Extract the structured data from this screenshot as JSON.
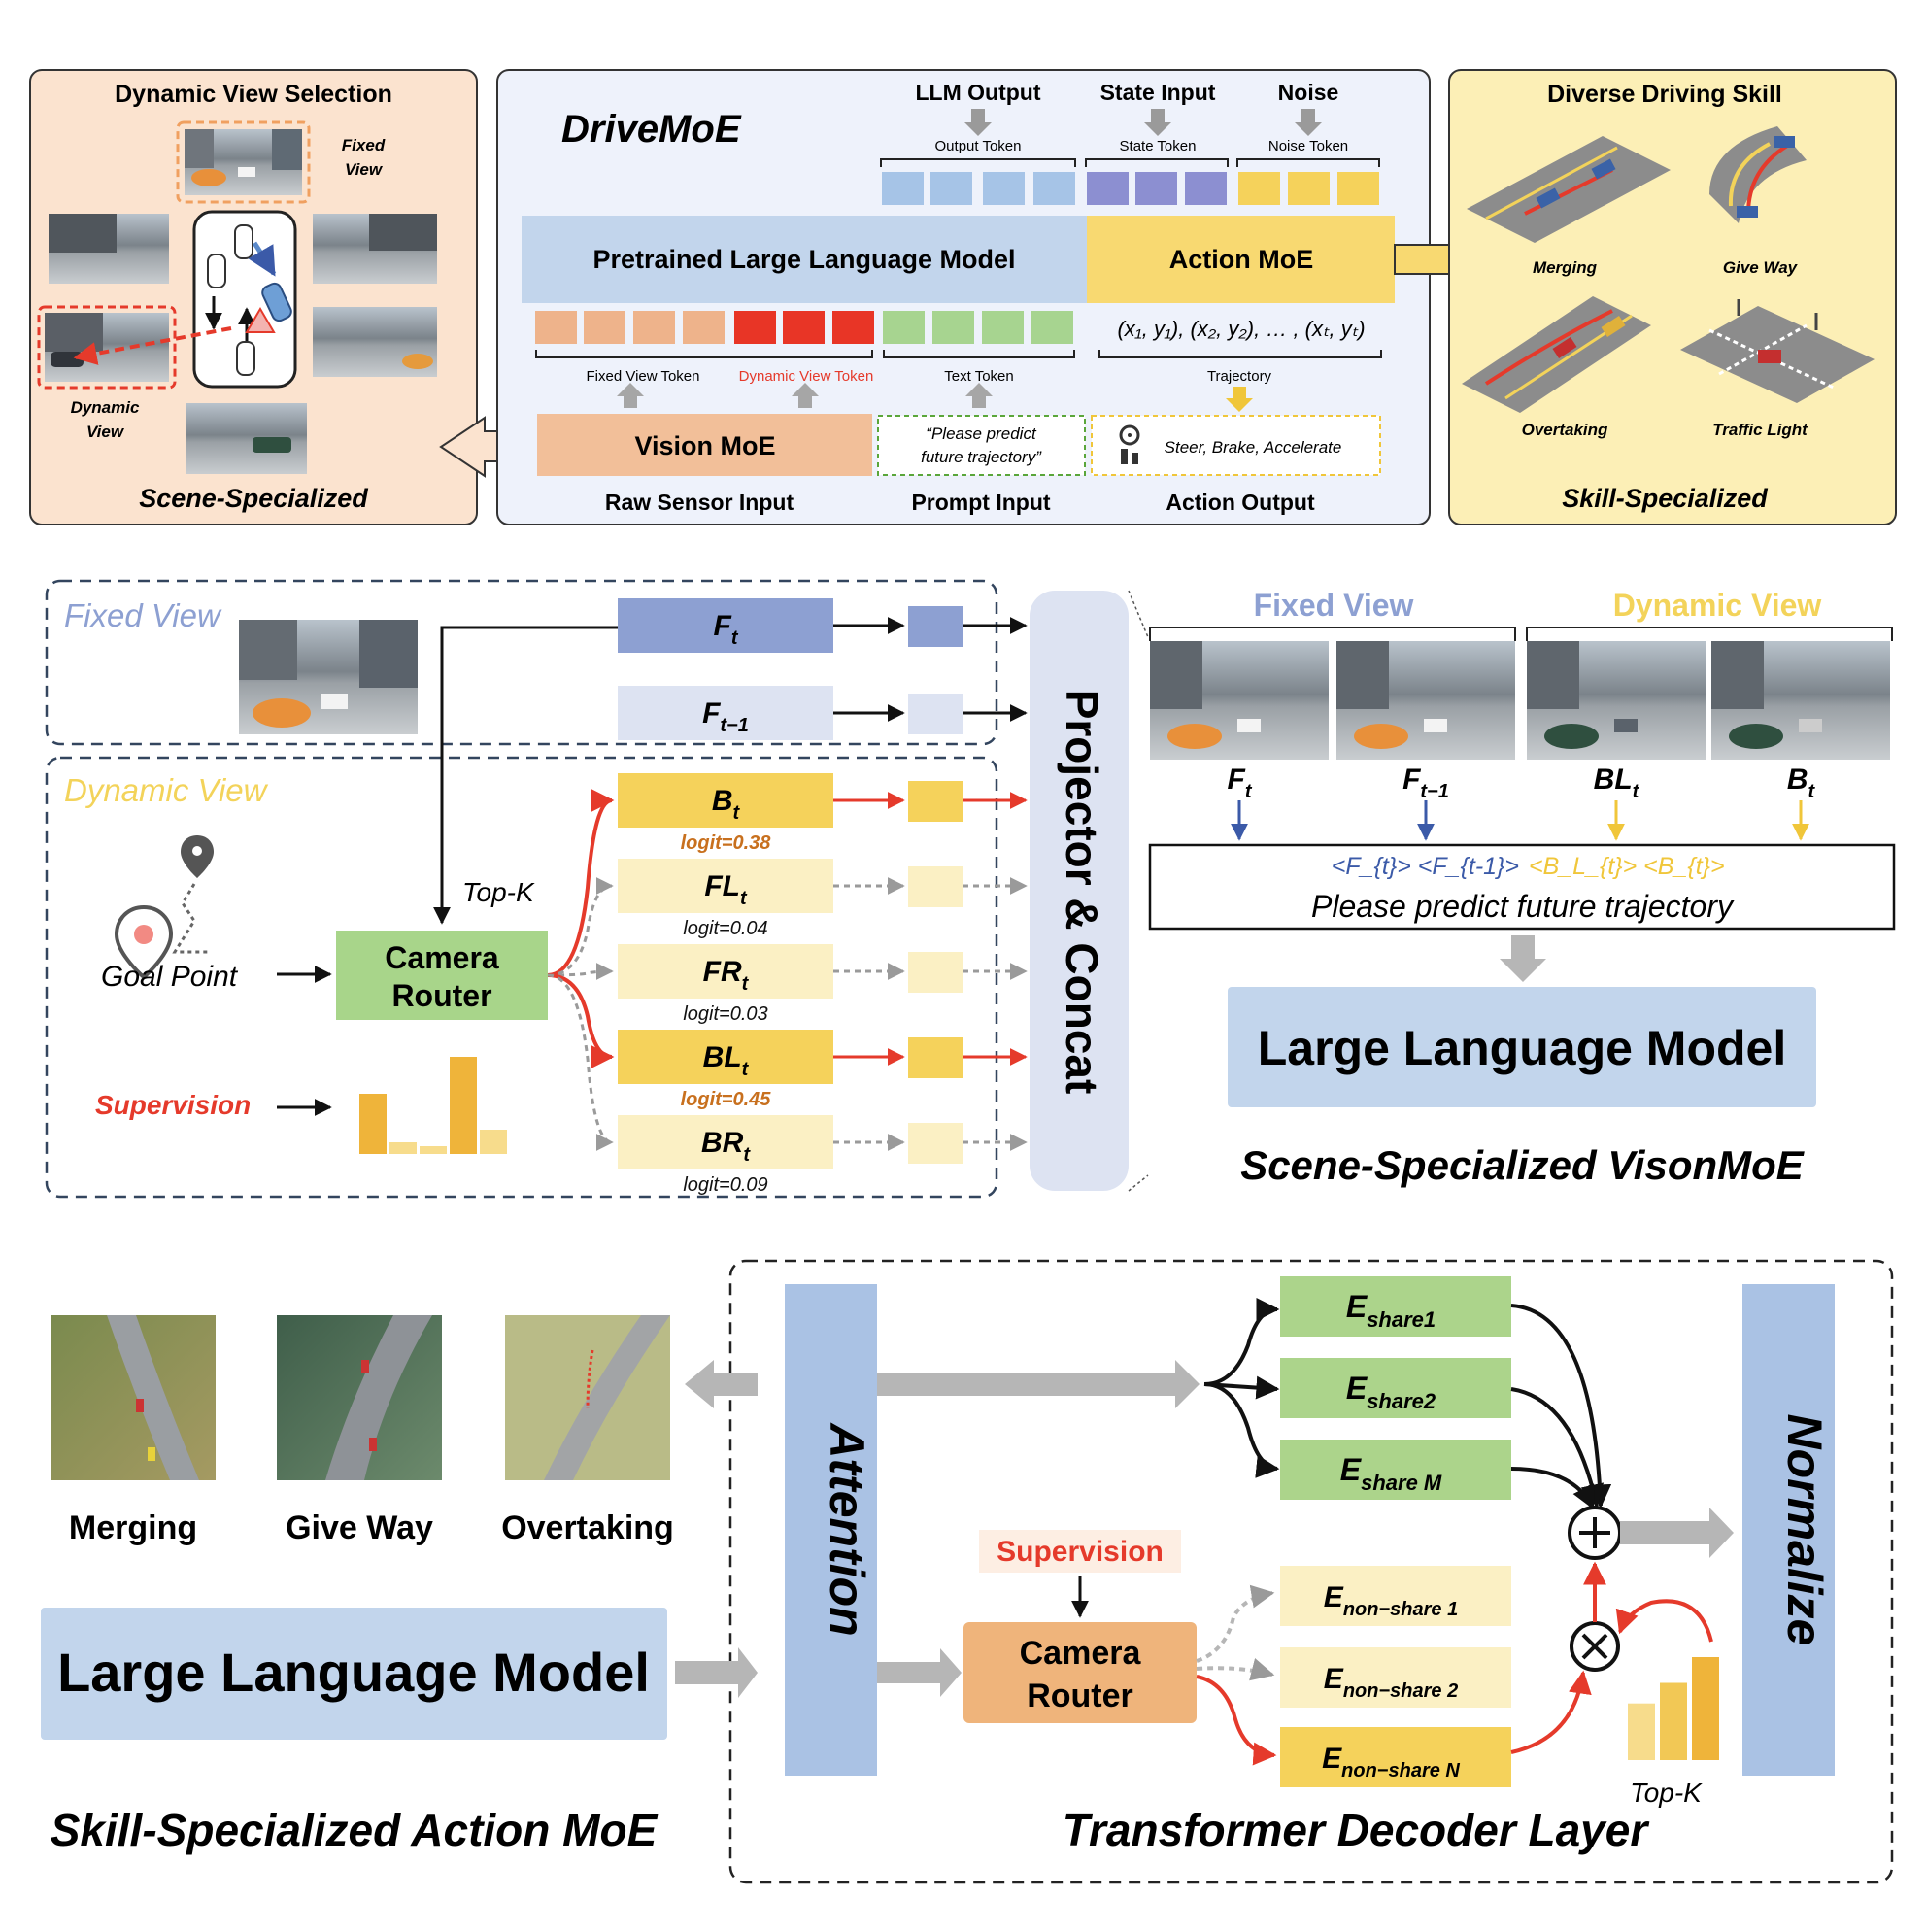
{
  "colors": {
    "orange_panel": "#fbe3cf",
    "blue_panel": "#eef2fb",
    "yellow_panel": "#fcefb6",
    "llm_blue": "#c2d5ec",
    "action_yellow": "#f8d971",
    "vision_orange": "#f2bf99",
    "token_orange": "#eeb38b",
    "token_red": "#e83526",
    "token_green": "#a7d490",
    "token_lightblue": "#a6c4e7",
    "token_purple": "#8c8fd1",
    "token_yellow": "#f5d25b",
    "router_green": "#a8d58a",
    "router_orange": "#efb47b",
    "expert_green": "#acd48b",
    "expert_yellow": "#fbf0c4",
    "expert_gold": "#f5d25b",
    "fixed_blue": "#8da0d2",
    "fixed_light": "#dde3f2",
    "red": "#e53a2b",
    "gray_arrow": "#b6b6b6",
    "attention_blue": "#aac2e4"
  },
  "icons": [
    "map-pin-icon",
    "steering-wheel-icon",
    "pedals-icon",
    "oplus-icon",
    "otimes-icon"
  ],
  "top": {
    "left_panel": {
      "title": "Dynamic View Selection",
      "fixed_view_label": [
        "Fixed",
        "View"
      ],
      "dynamic_view_label": [
        "Dynamic",
        "View"
      ],
      "footer": "Scene-Specialized"
    },
    "center_panel": {
      "title": "DriveMoE",
      "llm_output": "LLM Output",
      "state_input": "State Input",
      "noise": "Noise",
      "output_token": "Output Token",
      "state_token": "State Token",
      "noise_token": "Noise Token",
      "pretrained_llm": "Pretrained Large Language Model",
      "action_moe": "Action MoE",
      "trajectory_formula": "(x₁, y₁), (x₂, y₂), … , (xₜ, yₜ)",
      "fixed_view_token": "Fixed View Token",
      "dynamic_view_token": "Dynamic View Token",
      "text_token": "Text Token",
      "trajectory": "Trajectory",
      "vision_moe": "Vision MoE",
      "prompt_text": [
        "“Please predict",
        "future trajectory”"
      ],
      "action_text": "Steer, Brake, Accelerate",
      "raw_sensor_input": "Raw Sensor Input",
      "prompt_input": "Prompt Input",
      "action_output": "Action Output"
    },
    "right_panel": {
      "title": "Diverse Driving Skill",
      "skills": [
        "Merging",
        "Give Way",
        "Overtaking",
        "Traffic Light"
      ],
      "footer": "Skill-Specialized"
    }
  },
  "middle": {
    "fixed_view": "Fixed View",
    "dynamic_view": "Dynamic  View",
    "goal_point": "Goal Point",
    "supervision": "Supervision",
    "top_k": "Top-K",
    "camera_router": [
      "Camera",
      "Router"
    ],
    "projector": "Projector  & Concat",
    "tokens": [
      {
        "base": "F",
        "sub": "t",
        "logit": ""
      },
      {
        "base": "F",
        "sub": "t−1",
        "logit": ""
      },
      {
        "base": "B",
        "sub": "t",
        "logit": "logit=0.38"
      },
      {
        "base": "FL",
        "sub": "t",
        "logit": "logit=0.04"
      },
      {
        "base": "FR",
        "sub": "t",
        "logit": "logit=0.03"
      },
      {
        "base": "BL",
        "sub": "t",
        "logit": "logit=0.45"
      },
      {
        "base": "BR",
        "sub": "t",
        "logit": "logit=0.09"
      }
    ],
    "supervision_bars": [
      0.62,
      0.12,
      0.08,
      1.0,
      0.25
    ],
    "right": {
      "fixed_view": "Fixed View",
      "dynamic_view": "Dynamic  View",
      "image_labels": [
        {
          "base": "F",
          "sub": "t"
        },
        {
          "base": "F",
          "sub": "t−1"
        },
        {
          "base": "BL",
          "sub": "t"
        },
        {
          "base": "B",
          "sub": "t"
        }
      ],
      "prompt_tokens_blue": "<F_{t}>  <F_{t-1}>",
      "prompt_tokens_yellow": "<B_L_{t}>  <B_{t}>",
      "prompt_text": "Please predict future trajectory",
      "llm": "Large Language Model",
      "caption": "Scene-Specialized VisonMoE"
    }
  },
  "bottom": {
    "skills": [
      "Merging",
      "Give Way",
      "Overtaking"
    ],
    "llm": "Large Language Model",
    "caption_left": "Skill-Specialized Action MoE",
    "caption_right": "Transformer Decoder Layer",
    "attention": "Attention",
    "normalize": "Normalize",
    "supervision": "Supervision",
    "camera_router": [
      "Camera",
      "Router"
    ],
    "top_k": "Top-K",
    "experts_shared": [
      {
        "base": "E",
        "sub": "share1"
      },
      {
        "base": "E",
        "sub": "share2"
      },
      {
        "base": "E",
        "sub": "share M"
      }
    ],
    "experts_nonshared": [
      {
        "base": "E",
        "sub": "non−share 1"
      },
      {
        "base": "E",
        "sub": "non−share 2"
      },
      {
        "base": "E",
        "sub": "non−share N"
      }
    ],
    "topk_bars": [
      0.55,
      0.75,
      1.0
    ]
  }
}
